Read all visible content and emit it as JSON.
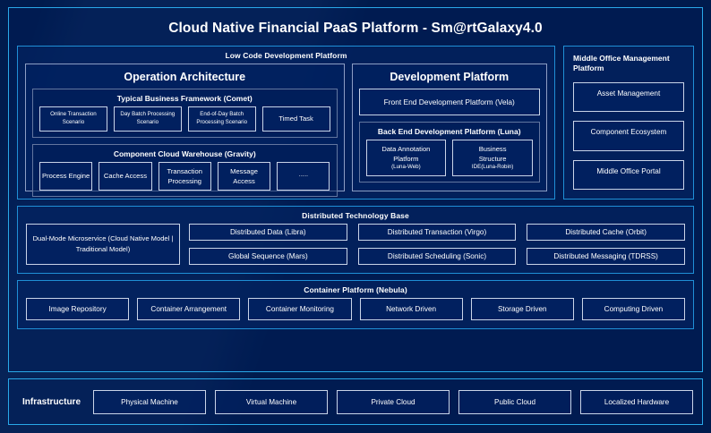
{
  "title": "Cloud Native Financial PaaS Platform - Sm@rtGalaxy4.0",
  "colors": {
    "background": "#001b4d",
    "frame_border": "#29a8e8",
    "panel_border": "#1f8fd6",
    "subpanel_border": "#8d9ec4",
    "chip_border": "#c9d4e8",
    "text": "#ffffff"
  },
  "low_code": {
    "heading": "Low Code Development Platform",
    "operation_architecture": {
      "title": "Operation Architecture",
      "groups": [
        {
          "title": "Typical Business Framework (Comet)",
          "items": [
            "Online Transaction Scenario",
            "Day Batch Processing Scenario",
            "End-of-Day Batch Processing Scenario",
            "Timed Task"
          ]
        },
        {
          "title": "Component Cloud Warehouse (Gravity)",
          "items": [
            "Process Engine",
            "Cache Access",
            "Transaction Processing",
            "Message Access",
            "......"
          ]
        }
      ]
    },
    "development_platform": {
      "title": "Development Platform",
      "front_end": "Front End Development Platform (Vela)",
      "back_end": {
        "title": "Back End Development Platform (Luna)",
        "items": [
          {
            "line1": "Data Annotation",
            "line2": "Platform",
            "line3": "(Luna-Web)"
          },
          {
            "line1": "Business",
            "line2": "Structure",
            "line3": "IDE(Luna-Robin)"
          }
        ]
      }
    }
  },
  "middle_office": {
    "title": "Middle Office Management Platform",
    "items": [
      "Asset Management",
      "Component Ecosystem",
      "Middle Office Portal"
    ]
  },
  "distributed_base": {
    "heading": "Distributed Technology Base",
    "highlight": "Dual-Mode Microservice (Cloud Native Model | Traditional Model)",
    "items": [
      "Distributed Data (Libra)",
      "Distributed Transaction (Virgo)",
      "Distributed Cache (Orbit)",
      "Global Sequence (Mars)",
      "Distributed Scheduling (Sonic)",
      "Distributed Messaging (TDRSS)"
    ]
  },
  "container_platform": {
    "heading": "Container Platform (Nebula)",
    "items": [
      "Image Repository",
      "Container Arrangement",
      "Container Monitoring",
      "Network Driven",
      "Storage Driven",
      "Computing Driven"
    ]
  },
  "infrastructure": {
    "label": "Infrastructure",
    "items": [
      "Physical Machine",
      "Virtual Machine",
      "Private Cloud",
      "Public Cloud",
      "Localized Hardware"
    ]
  }
}
